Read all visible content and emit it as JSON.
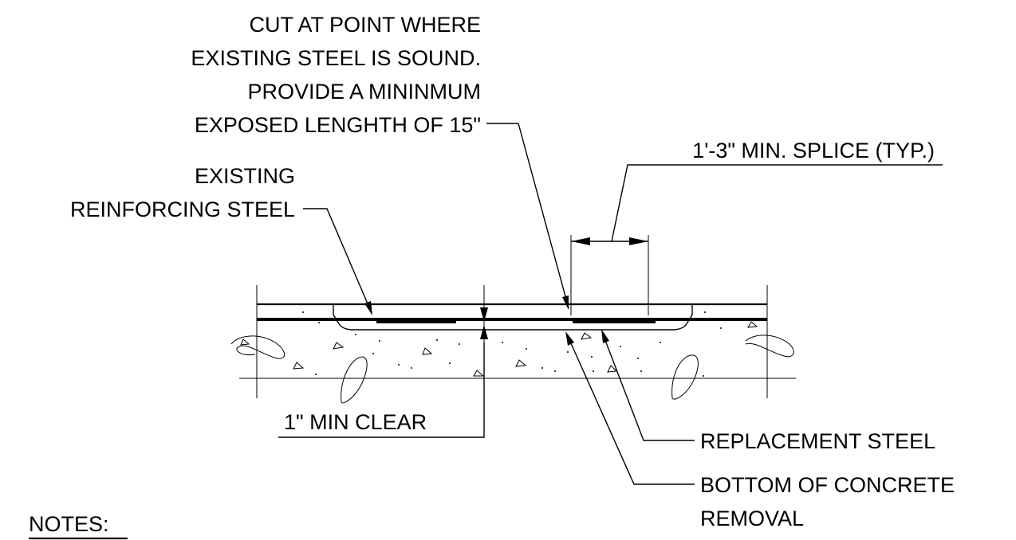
{
  "labels": {
    "cut_line_1": "CUT AT POINT WHERE",
    "cut_line_2": "EXISTING STEEL IS SOUND.",
    "cut_line_3": "PROVIDE A MININMUM",
    "cut_line_4": "EXPOSED LENGHTH OF 15\"",
    "splice": "1'-3\" MIN. SPLICE (TYP.)",
    "existing_line_1": "EXISTING",
    "existing_line_2": "REINFORCING STEEL",
    "min_clear": "1\" MIN CLEAR",
    "replacement": "REPLACEMENT STEEL",
    "bottom_line_1": "BOTTOM OF CONCRETE",
    "bottom_line_2": "REMOVAL",
    "notes": "NOTES:"
  },
  "colors": {
    "ink": "#000000",
    "background": "#ffffff"
  }
}
